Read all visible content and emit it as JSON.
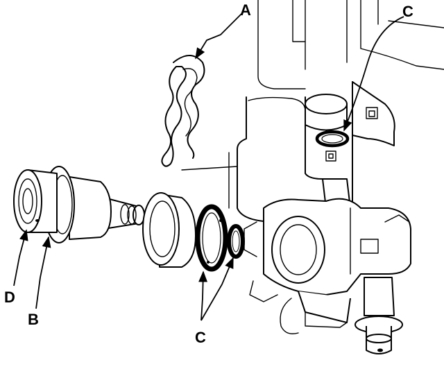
{
  "labels": {
    "a": "A",
    "b": "B",
    "c_top": "C",
    "c_bottom": "C",
    "d": "D"
  }
}
